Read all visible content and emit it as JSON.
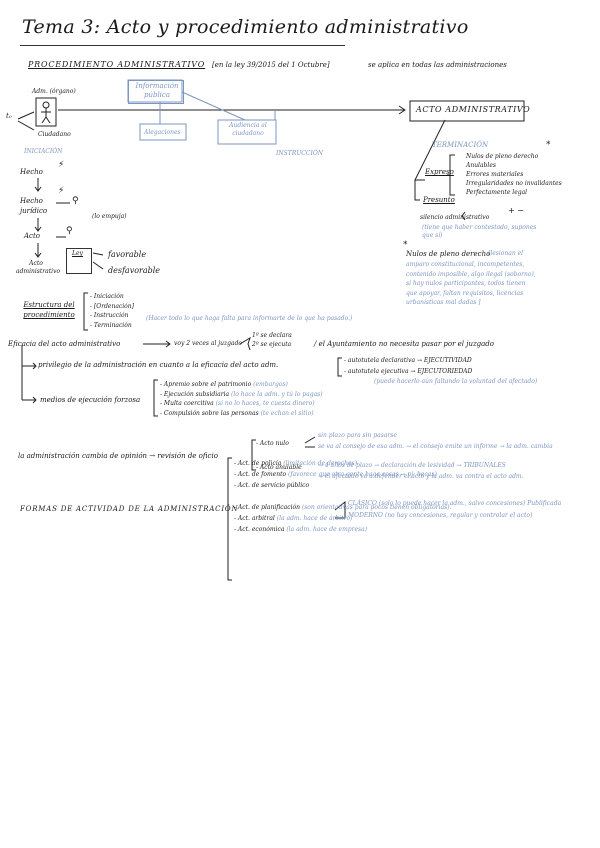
{
  "title": "Tema 3: Acto y procedimiento administrativo",
  "header": {
    "heading": "PROCEDIMIENTO ADMINISTRATIVO",
    "law": "en la ley 39/2015 del 1 Octubre",
    "applies": "se aplica en todas las administraciones"
  },
  "diagram": {
    "organo": "Adm. (órgano)",
    "ciudadano": "Ciudadano",
    "t0": "t₀",
    "iniciacion": "INICIACIÓN",
    "informacion_publica": "Información pública",
    "alegaciones": "Alegaciones",
    "audiencia": "Audiencia al ciudadano",
    "instruccion": "INSTRUCCIÓN",
    "acto_box": "ACTO ADMINISTRATIVO",
    "terminacion": "TERMINACIÓN",
    "expreso": "Expreso",
    "expreso_items": [
      "Nulos de pleno derecho",
      "Anulables",
      "Errores materiales",
      "Irregularidades no invalidantes",
      "Perfectamente legal"
    ],
    "presunto": "Presunto",
    "silencio": "silencio administrativo",
    "silencio_note": "(tiene que haber contestado, supones que sí)",
    "hecho": "Hecho",
    "hecho_juridico": "Hecho jurídico",
    "empuja": "(lo empuja)",
    "acto": "Acto",
    "acto_admin": "Acto administrativo",
    "ley": "Ley",
    "favorable": "favorable",
    "desfavorable": "desfavorable"
  },
  "nulos": {
    "label": "Nulos de pleno derecho",
    "lines": [
      "[lesionan el",
      "amparo constitucional, incompetentes,",
      "contenido imposible, algo ilegal (soborno),",
      "si hay nulos participantes, todos tienen",
      "que apoyar, faltan requisitos, licencias",
      "urbanísticas mal dadas ]"
    ]
  },
  "estructura": {
    "label": "Estructura del procedimiento",
    "items": [
      "- Iniciación",
      "- [Ordenación]",
      "- Instrucción",
      "- Terminación"
    ],
    "note": "(Hacer todo lo que haga falta para informarte de lo que ha pasado.)"
  },
  "eficacia": {
    "text": "Eficacia del acto administrativo",
    "arrow_to": "voy 2 veces al juzgado",
    "step1": "1º se declara",
    "step2": "2º se ejecuta",
    "ayuntamiento": "/ el Ayuntamiento no necesita pasar por el juzgado",
    "privilegio": "privilegio de la administración en cuanto a la eficacia del acto adm.",
    "auto1": "- autotutela declarativa → EJECUTIVIDAD",
    "auto2": "- autotutela ejecutiva → EJECUTORIEDAD",
    "auto_note": "(puede hacerlo aún faltando la voluntad del afectado)",
    "medios": "medios de ejecución forzosa",
    "medios_items": [
      {
        "t": "- Apremio sobre el patrimonio",
        "n": "(embargos)"
      },
      {
        "t": "- Ejecución subsidiaria",
        "n": "(lo hace la adm. y tú lo pagas)"
      },
      {
        "t": "- Multa coercitiva",
        "n": "(si no lo haces, te cuesta dinero)"
      },
      {
        "t": "- Compulsión sobre las personas",
        "n": "(te echan el sitio)"
      }
    ]
  },
  "revision": {
    "cambia": "la administración cambia de opinión → revisión de oficio",
    "nulo": "- Acto nulo",
    "nulo_l1": "sin plazo para sin pasarse",
    "nulo_l2": "se va al consejo de esa adm. → el consejo emite un informe → la adm. cambia",
    "anulable": "- Acto anulable",
    "anulable_l1": "→ 4 años de plazo → declaración de lesividad → TRIBUNALES",
    "anulable_l2": "→ el afectado va a defender el acto y la adm. va contra el acto adm."
  },
  "formas": {
    "label": "FORMAS DE ACTIVIDAD DE LA ADMINISTRACIÓN",
    "items": [
      {
        "t": "- Act. de policía",
        "n": "(limitación de derechos)"
      },
      {
        "t": "- Act. de fomento",
        "n": "(favorece que otra gente haga cosas → pj: becas)"
      },
      {
        "t": "- Act. de servicio público",
        "n": ""
      },
      {
        "t": "- Act. de planificación",
        "n": "(son orientativas para pocos tienen obligatorias)."
      },
      {
        "t": "- Act. arbitral",
        "n": "(la adm. hace de árbitro)"
      },
      {
        "t": "- Act. económica",
        "n": "(la adm. hace de empresa)"
      }
    ],
    "clasico": "CLÁSICO (solo lo puede hacer la adm., salvo concesiones) Publificada",
    "moderno": "MODERNO (no hay concesiones, regular y controlar el acto)"
  }
}
